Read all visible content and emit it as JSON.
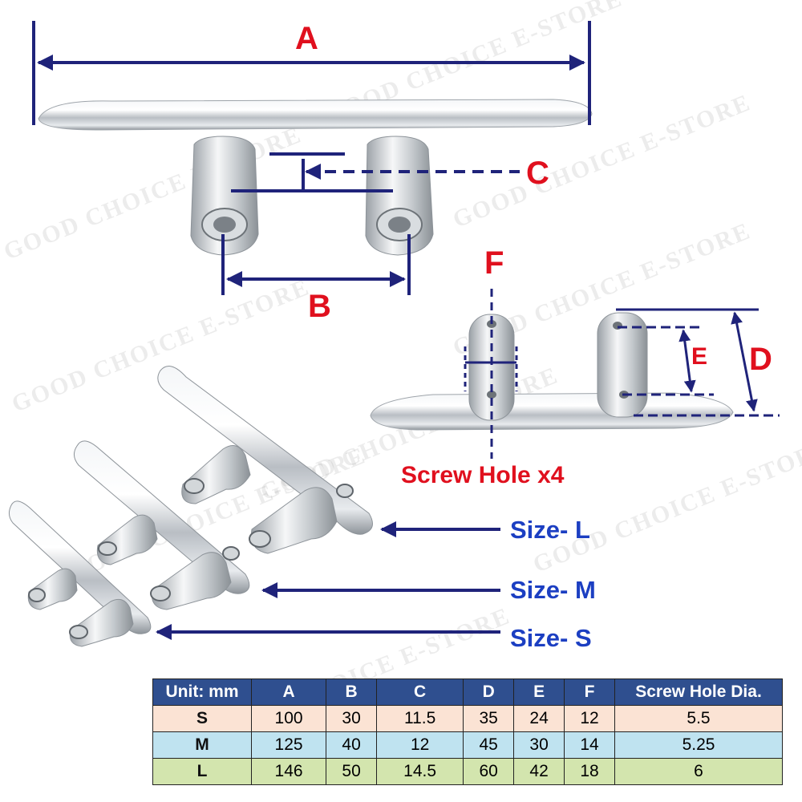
{
  "watermark": "GOOD CHOICE E-STORE",
  "dimension_labels": {
    "A": "A",
    "B": "B",
    "C": "C",
    "D": "D",
    "E": "E",
    "F": "F"
  },
  "screw_hole_label": "Screw Hole x4",
  "size_labels": {
    "L": "Size- L",
    "M": "Size- M",
    "S": "Size- S"
  },
  "colors": {
    "dimension_line": "#1f237a",
    "red_label": "#e0101e",
    "blue_label": "#1c3fc2",
    "table_header": "#2f4f8f",
    "row_s": "#fbe3d4",
    "row_m": "#bfe3f0",
    "row_l": "#d3e5ae"
  },
  "table": {
    "headers": [
      "Unit: mm",
      "A",
      "B",
      "C",
      "D",
      "E",
      "F",
      "Screw Hole Dia."
    ],
    "rows": [
      [
        "S",
        "100",
        "30",
        "11.5",
        "35",
        "24",
        "12",
        "5.5"
      ],
      [
        "M",
        "125",
        "40",
        "12",
        "45",
        "30",
        "14",
        "5.25"
      ],
      [
        "L",
        "146",
        "50",
        "14.5",
        "60",
        "42",
        "18",
        "6"
      ]
    ]
  }
}
